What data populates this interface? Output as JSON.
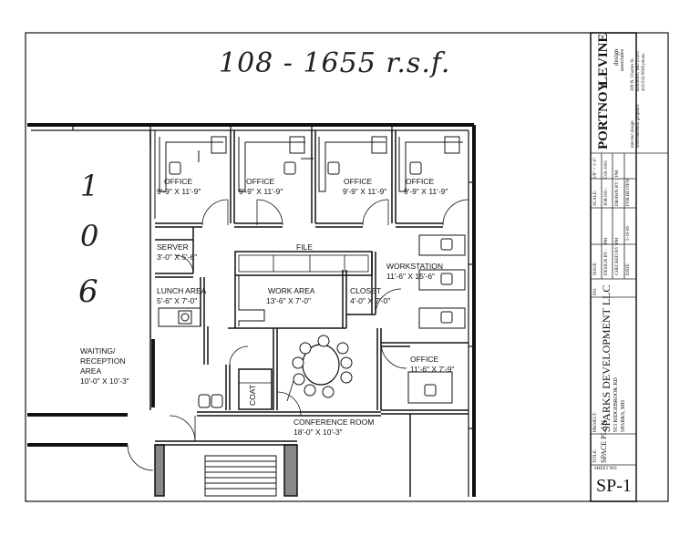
{
  "handwritten": {
    "top_note": "108 - 1655 r.s.f.",
    "side_digit_1": "1",
    "side_digit_2": "0",
    "side_digit_3": "6"
  },
  "rooms": {
    "office1": {
      "name": "OFFICE",
      "dim": "9'-9\" X 11'-9\""
    },
    "office2": {
      "name": "OFFICE",
      "dim": "9'-9\" X 11'-9\""
    },
    "office3": {
      "name": "OFFICE",
      "dim": "9'-9\" X 11'-9\""
    },
    "office4": {
      "name": "OFFICE",
      "dim": "9'-9\" X 11'-9\""
    },
    "server": {
      "name": "SERVER",
      "dim": "3'-0\" X 5'-6\""
    },
    "file": {
      "name": "FILE"
    },
    "workstation": {
      "name": "WORKSTATION",
      "dim": "11'-6\" X 15'-6\""
    },
    "lunch": {
      "name": "LUNCH AREA",
      "dim": "5'-6\" X 7'-0\""
    },
    "work_area": {
      "name": "WORK AREA",
      "dim": "13'-6\" X 7'-0\""
    },
    "closet": {
      "name": "CLOSET",
      "dim": "4'-0\" X 7'-0\""
    },
    "waiting": {
      "line1": "WAITING/",
      "line2": "RECEPTION",
      "line3": "AREA",
      "dim": "10'-0\" X 10'-3\""
    },
    "office5": {
      "name": "OFFICE",
      "dim": "11'-6\" X 7'-9\""
    },
    "coat": {
      "name": "COAT"
    },
    "conference": {
      "name": "CONFERENCE ROOM",
      "dim": "18'-0\" X 10'-3\""
    }
  },
  "title_block": {
    "firm_name_1": "PORTNOY",
    "firm_name_2": "LEVINE",
    "firm_sub_1": "design",
    "firm_sub_2": "associates",
    "firm_addr_1": "309 N. Charles St.",
    "firm_addr_2": "Baltimore, MD 21201",
    "firm_addr_3": "410/332-9006 phone",
    "firm_tag_1": "interior design",
    "firm_tag_2": "environmental graphics",
    "scale_label": "SCALE:",
    "scale_value": "1/8\" = 1'-0\"",
    "job_label": "JOB NO.:",
    "job_value": "C00-1005",
    "drawn_label": "DRAWN BY :",
    "drawn_value": "PM",
    "designed_label": "DESIGN BY :",
    "designed_value": "PM",
    "checked_label": "CHECKED BY :",
    "checked_value": "PM",
    "issue_head": "ISSUE",
    "issue_value": "FOR REVIEW",
    "date_head": "DATE",
    "date_value": "5-19-06",
    "no_head": "NO.",
    "project_label": "PROJECT:",
    "project_name": "SPARKS DEVELOPMENT LLC",
    "project_addr_1": "913 RIDGEBROOK RD",
    "project_addr_2": "SPARKS, MD",
    "title_label": "TITLE:",
    "title_value": "SPACE PLAN",
    "sheet_label": "SHEET NO:",
    "sheet_value": "SP-1"
  }
}
